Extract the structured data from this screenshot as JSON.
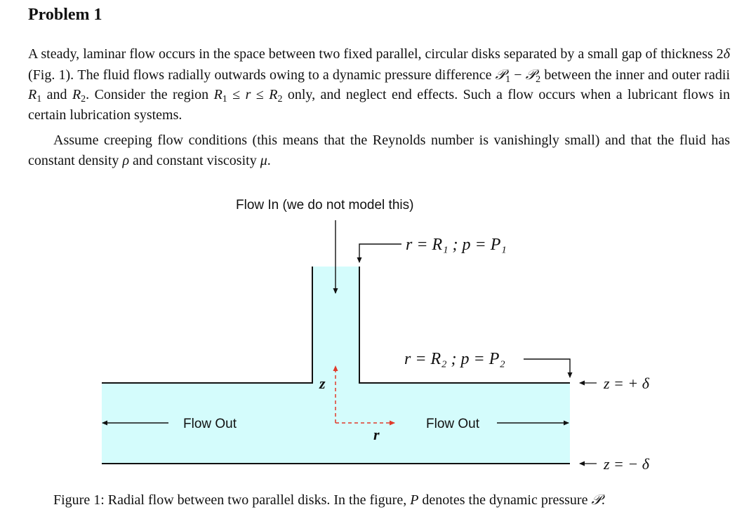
{
  "heading": "Problem 1",
  "para1": {
    "part1": "A steady, laminar flow occurs in the space between two fixed parallel, circular disks separated by a small gap of thickness 2",
    "delta": "δ",
    "part2": " (Fig. 1). The fluid flows radially outwards owing to a dynamic pressure difference ",
    "P": "𝒫",
    "sub1": "1",
    "minus": " − ",
    "sub2": "2",
    "part3": " between the inner and outer radii ",
    "R": "R",
    "and": " and ",
    "part4": ". Consider the region ",
    "leq": " ≤ ",
    "r": "r",
    "part5": " only, and neglect end effects. Such a flow occurs when a lubricant flows in certain lubrication systems."
  },
  "para2": {
    "part1": "Assume creeping flow conditions (this means that the Reynolds number is vanishingly small) and that the fluid has constant density ",
    "rho": "ρ",
    "part2": " and constant viscosity ",
    "mu": "μ",
    "part3": "."
  },
  "figure": {
    "flow_in_label": "Flow In (we do not model this)",
    "flow_out_left": "Flow Out",
    "flow_out_right": "Flow Out",
    "inner_bc": "r = R₁ ; p = P₁",
    "outer_bc": "r = R₂ ; p = P₂",
    "z_top": "z = + δ",
    "z_bottom": "z = − δ",
    "axis_z": "z",
    "axis_r": "r",
    "fluid_color": "#d4fcfc",
    "axis_color": "#e03a2a"
  },
  "caption": {
    "part1": "Figure 1: Radial flow between two parallel disks. In the figure, ",
    "P": "P",
    "part2": " denotes the dynamic pressure ",
    "script_P": "𝒫",
    "end": "."
  }
}
